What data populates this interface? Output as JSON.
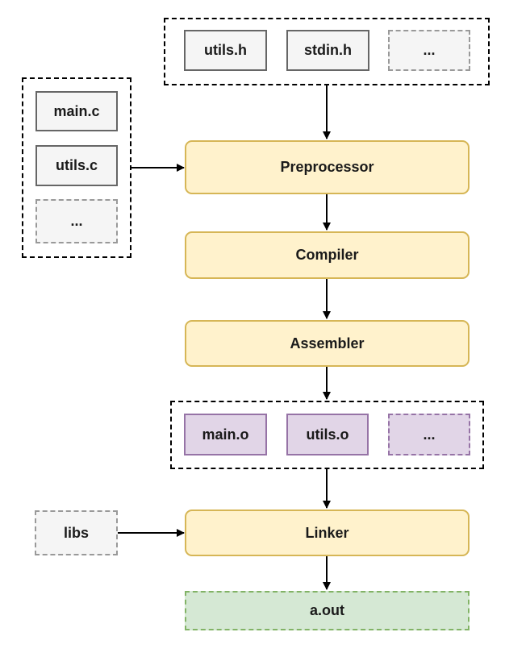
{
  "headers": {
    "items": [
      "utils.h",
      "stdin.h",
      "..."
    ]
  },
  "sources": {
    "items": [
      "main.c",
      "utils.c",
      "..."
    ]
  },
  "stages": {
    "preprocessor": "Preprocessor",
    "compiler": "Compiler",
    "assembler": "Assembler",
    "linker": "Linker"
  },
  "objects": {
    "items": [
      "main.o",
      "utils.o",
      "..."
    ]
  },
  "libs": "libs",
  "output": "a.out",
  "colors": {
    "file_fill": "#f5f5f5",
    "file_stroke": "#666666",
    "stage_fill": "#fff2cc",
    "stage_stroke": "#d6b656",
    "object_fill": "#e1d5e7",
    "object_stroke": "#9673a6",
    "output_fill": "#d5e8d4",
    "output_stroke": "#82b366"
  }
}
